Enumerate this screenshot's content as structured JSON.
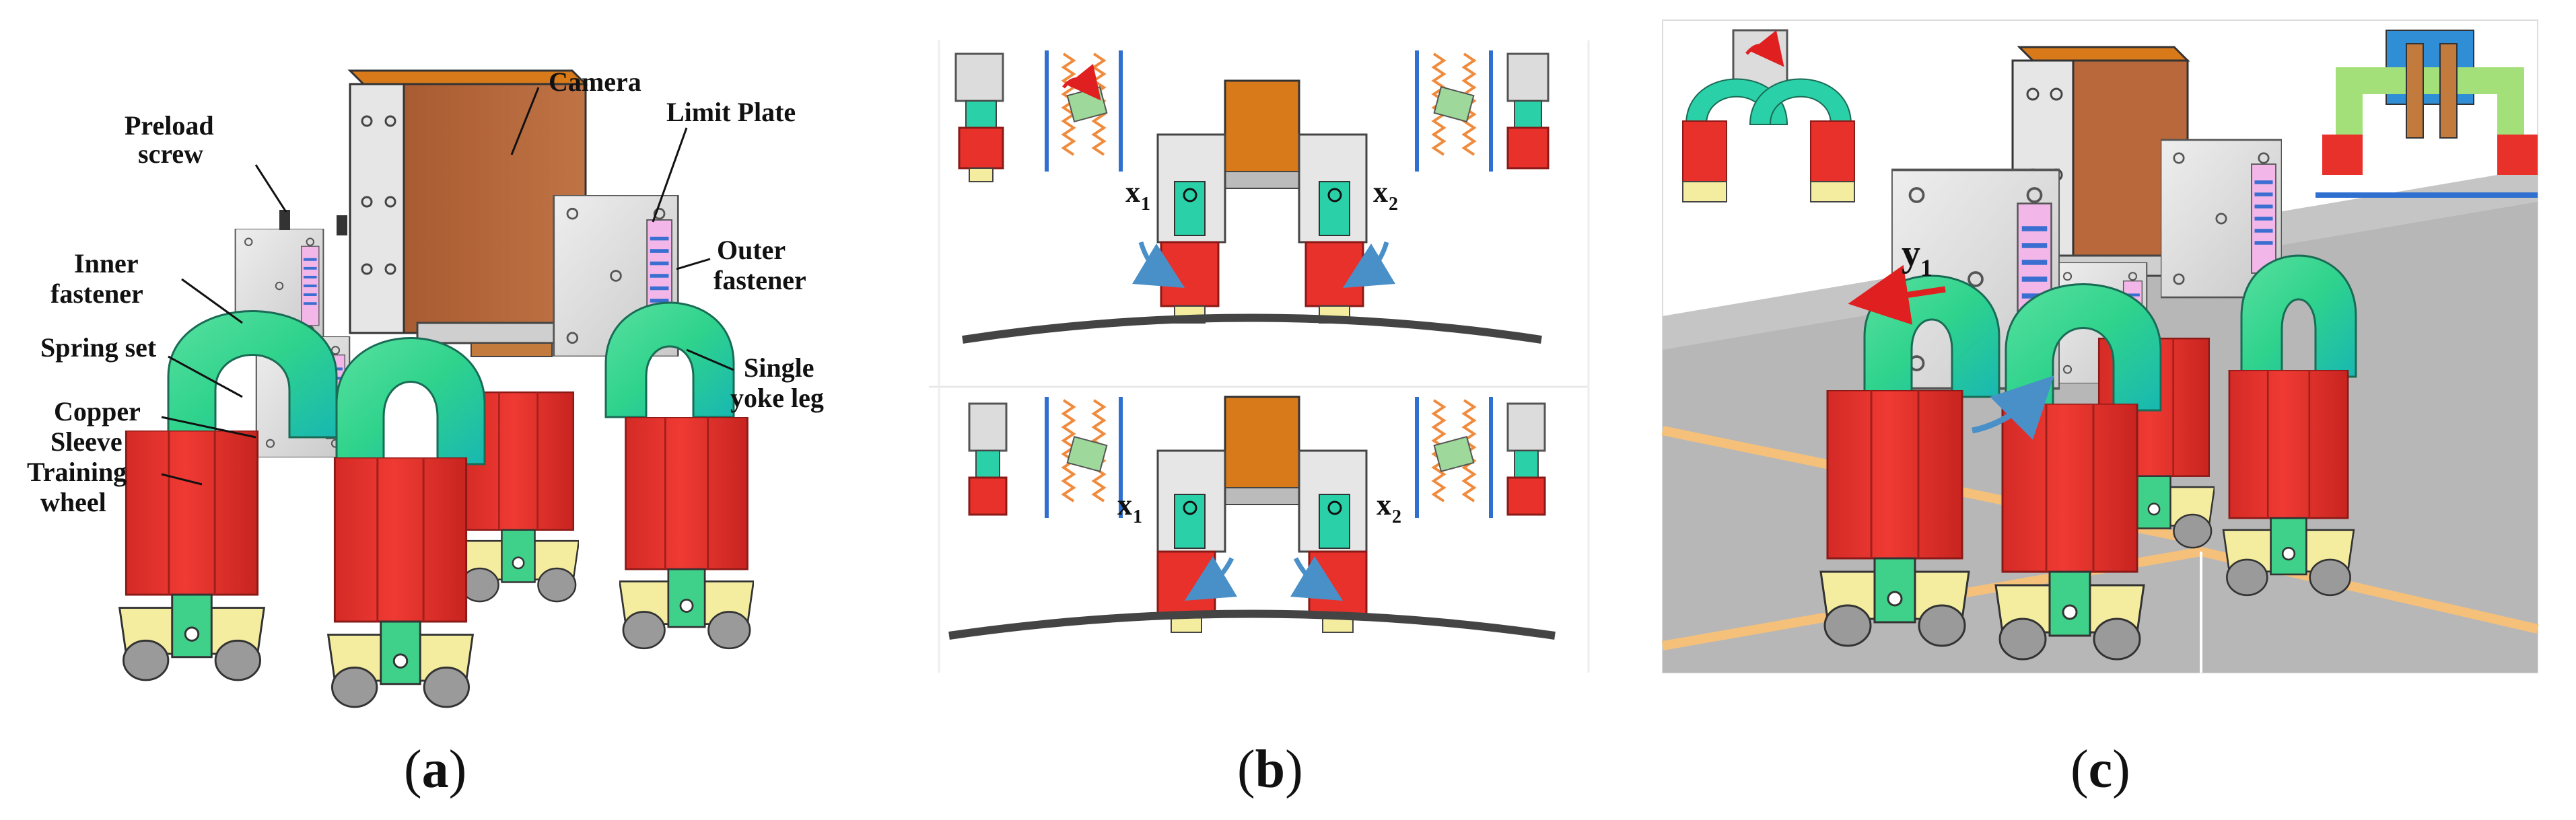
{
  "panel_a": {
    "labels": {
      "camera": "Camera",
      "preload_1": "Preload",
      "preload_2": "screw",
      "limit_plate": "Limit Plate",
      "inner_1": "Inner",
      "inner_2": "fastener",
      "outer_1": "Outer",
      "outer_2": "fastener",
      "spring_set": "Spring set",
      "single_1": "Single",
      "single_2": "yoke leg",
      "copper_1": "Copper",
      "copper_2": "Sleeve",
      "training_1": "Training",
      "training_2": "wheel"
    },
    "caption": {
      "open": "(",
      "letter": "a",
      "close": ")"
    }
  },
  "panel_b": {
    "top": {
      "x1": "x",
      "x1_sub": "1",
      "x2": "x",
      "x2_sub": "2"
    },
    "bottom": {
      "x1": "x",
      "x1_sub": "1",
      "x2": "x",
      "x2_sub": "2"
    },
    "caption": {
      "open": "(",
      "letter": "b",
      "close": ")"
    }
  },
  "panel_c": {
    "y1": "y",
    "y1_sub": "1",
    "caption": {
      "open": "(",
      "letter": "c",
      "close": ")"
    }
  },
  "colors": {
    "camera": "#b8683a",
    "camera_top": "#d97a1a",
    "magnet_red": "#e8312b",
    "yoke_green": "#39d58f",
    "yoke_teal": "#1fc3b0",
    "pink": "#f2b7e8",
    "wheel_yellow": "#f4eda0",
    "plate_grey": "#d9d9d9",
    "ground_grey": "#b7b7b7",
    "rail_orange": "#f5c07a",
    "spring_orange": "#f08a3c",
    "blue_arrow": "#4a90c8",
    "red_arrow": "#e02020"
  }
}
